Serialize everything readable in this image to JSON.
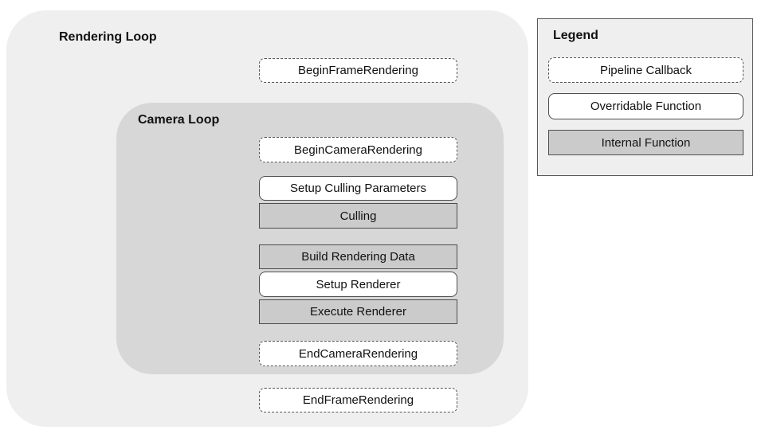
{
  "rendering_loop": {
    "title": "Rendering Loop",
    "begin_frame": {
      "label": "BeginFrameRendering",
      "type": "callback"
    },
    "end_frame": {
      "label": "EndFrameRendering",
      "type": "callback"
    },
    "camera_loop": {
      "title": "Camera Loop",
      "steps": [
        {
          "label": "BeginCameraRendering",
          "type": "callback"
        },
        {
          "label": "Setup Culling Parameters",
          "type": "overridable"
        },
        {
          "label": "Culling",
          "type": "internal"
        },
        {
          "label": "Build Rendering Data",
          "type": "internal"
        },
        {
          "label": "Setup Renderer",
          "type": "overridable"
        },
        {
          "label": "Execute Renderer",
          "type": "internal"
        },
        {
          "label": "EndCameraRendering",
          "type": "callback"
        }
      ]
    }
  },
  "legend": {
    "title": "Legend",
    "items": [
      {
        "label": "Pipeline Callback",
        "type": "callback"
      },
      {
        "label": "Overridable Function",
        "type": "overridable"
      },
      {
        "label": "Internal Function",
        "type": "internal"
      }
    ]
  },
  "colors": {
    "outer_bg": "#efefef",
    "camera_bg": "#d7d7d7",
    "internal_bg": "#cbcbcb",
    "box_border": "#4d4d4d",
    "white_bg": "#ffffff",
    "text": "#111111"
  }
}
